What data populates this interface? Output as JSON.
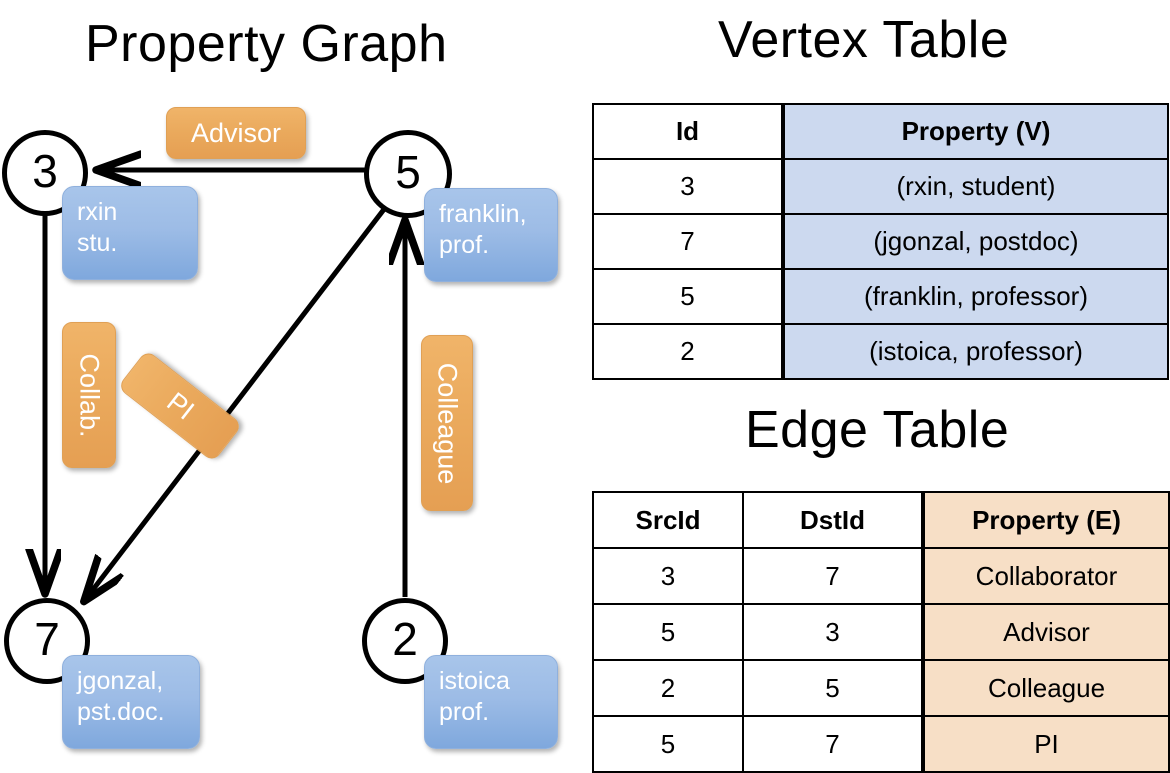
{
  "titles": {
    "property_graph": "Property Graph",
    "vertex_table": "Vertex Table",
    "edge_table": "Edge Table"
  },
  "colors": {
    "vertex_property_fill": "#9dbce6",
    "edge_label_fill": "#eaa95c",
    "vertex_table_property_col": "#ccd9ef",
    "edge_table_property_col": "#f7dfc6",
    "stroke": "#000000",
    "background": "#ffffff"
  },
  "graph": {
    "vertices": [
      {
        "id": "3",
        "property_label": "rxin\nstu.",
        "name": "rxin",
        "role": "stu."
      },
      {
        "id": "5",
        "property_label": "franklin,\nprof.",
        "name": "franklin,",
        "role": "prof."
      },
      {
        "id": "7",
        "property_label": "jgonzal,\npst.doc.",
        "name": "jgonzal,",
        "role": "pst.doc."
      },
      {
        "id": "2",
        "property_label": "istoica\nprof.",
        "name": "istoica",
        "role": "prof."
      }
    ],
    "edge_labels": [
      {
        "label": "Advisor",
        "src": "5",
        "dst": "3",
        "orientation": "horizontal"
      },
      {
        "label": "Collab.",
        "src": "3",
        "dst": "7",
        "orientation": "vertical"
      },
      {
        "label": "PI",
        "src": "5",
        "dst": "7",
        "orientation": "diagonal"
      },
      {
        "label": "Colleague",
        "src": "2",
        "dst": "5",
        "orientation": "vertical"
      }
    ]
  },
  "vertex_table": {
    "headers": [
      "Id",
      "Property (V)"
    ],
    "rows": [
      {
        "id": "3",
        "property": "(rxin, student)"
      },
      {
        "id": "7",
        "property": "(jgonzal, postdoc)"
      },
      {
        "id": "5",
        "property": "(franklin, professor)"
      },
      {
        "id": "2",
        "property": "(istoica, professor)"
      }
    ]
  },
  "edge_table": {
    "headers": [
      "SrcId",
      "DstId",
      "Property (E)"
    ],
    "rows": [
      {
        "src": "3",
        "dst": "7",
        "property": "Collaborator"
      },
      {
        "src": "5",
        "dst": "3",
        "property": "Advisor"
      },
      {
        "src": "2",
        "dst": "5",
        "property": "Colleague"
      },
      {
        "src": "5",
        "dst": "7",
        "property": "PI"
      }
    ]
  }
}
